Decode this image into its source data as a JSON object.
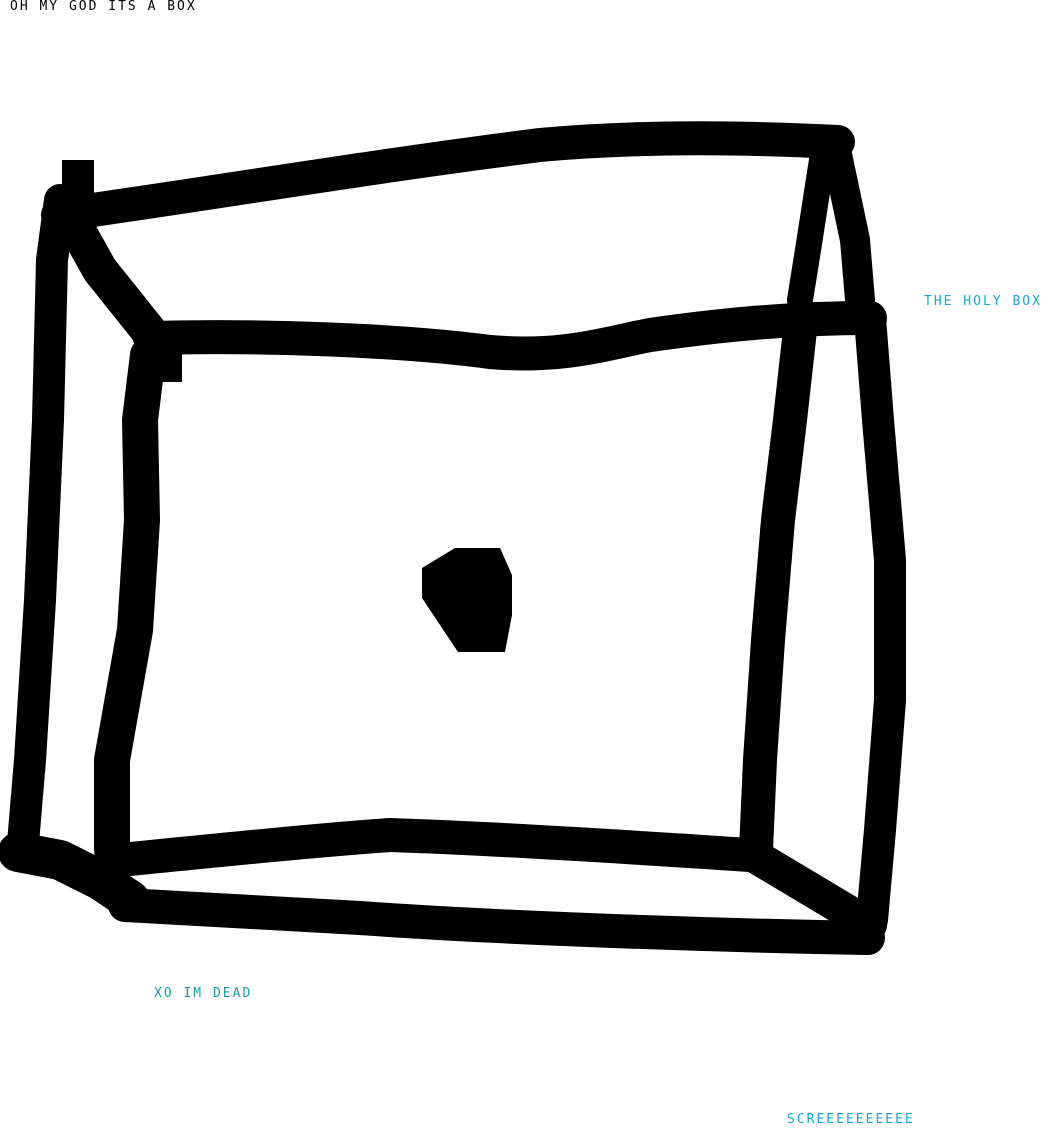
{
  "captions": {
    "top": "OH MY GOD ITS A BOX",
    "right": "THE HOLY BOX",
    "left": "XO IM DEAD",
    "bottom": "SCREEEEEEEEEE"
  },
  "colors": {
    "ink": "#000000",
    "background": "#ffffff",
    "caption_top": "#000000",
    "caption_right": "#1aa7d4",
    "caption_left": "#1a9aa0",
    "caption_bottom": "#1aa7d4"
  }
}
